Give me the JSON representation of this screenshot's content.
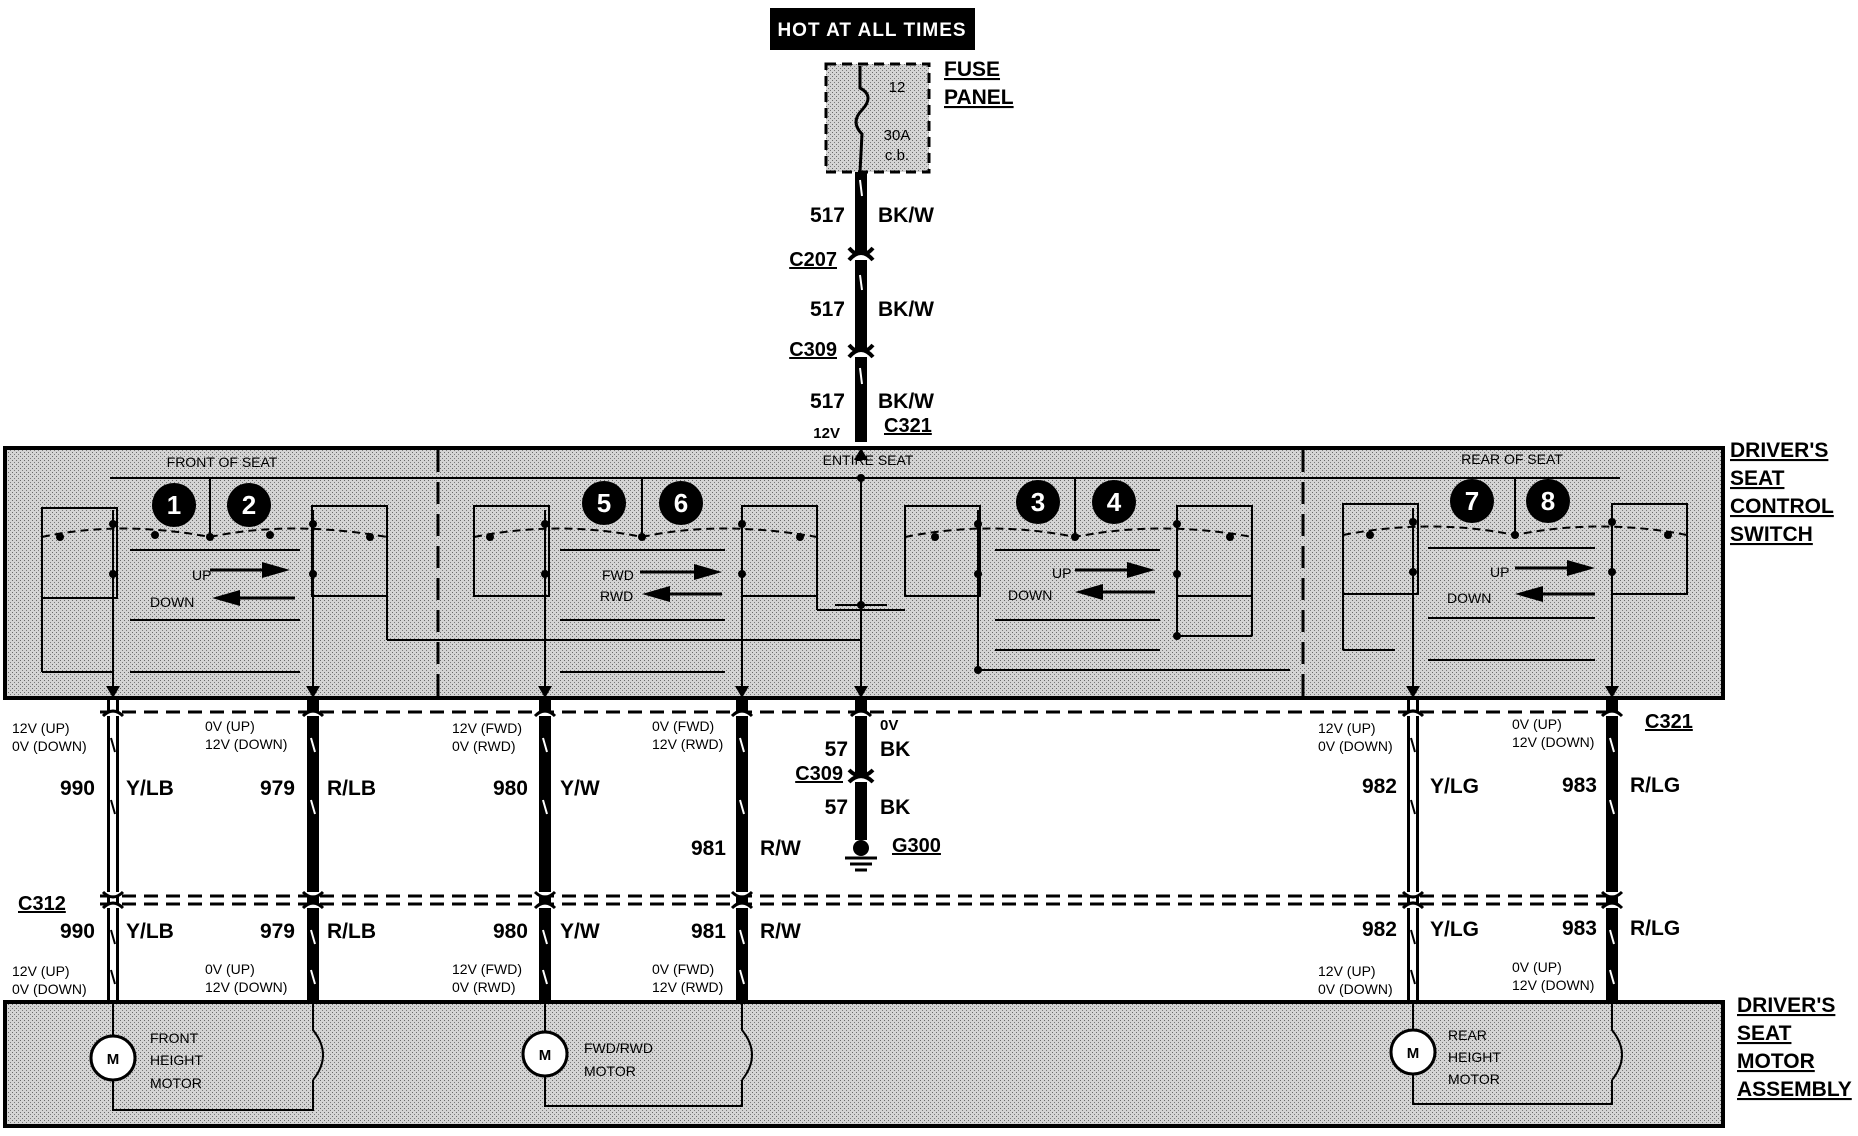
{
  "hot_label": "HOT AT ALL TIMES",
  "fuse": {
    "title_line1": "FUSE",
    "title_line2": "PANEL",
    "number": "12",
    "rating": "30A",
    "type": "c.b."
  },
  "feed": {
    "circuit": "517",
    "color": "BK/W",
    "c207": "C207",
    "c309": "C309",
    "c321": "C321",
    "volt": "12V"
  },
  "switch": {
    "title": [
      "DRIVER'S",
      "SEAT",
      "CONTROL",
      "SWITCH"
    ],
    "front_label": "FRONT OF SEAT",
    "entire_label": "ENTIRE SEAT",
    "rear_label": "REAR OF SEAT",
    "numbers": [
      "1",
      "2",
      "5",
      "6",
      "3",
      "4",
      "7",
      "8"
    ],
    "up": "UP",
    "down": "DOWN",
    "fwd": "FWD",
    "rwd": "RWD"
  },
  "connectors": {
    "c321": "C321",
    "c312": "C312",
    "c309": "C309",
    "g300": "G300"
  },
  "ground": {
    "circuit": "57",
    "color": "BK",
    "volt": "0V"
  },
  "wires": [
    {
      "circuit": "990",
      "color": "Y/LB",
      "v1": "12V (UP)",
      "v2": "0V (DOWN)"
    },
    {
      "circuit": "979",
      "color": "R/LB",
      "v1": "0V (UP)",
      "v2": "12V (DOWN)"
    },
    {
      "circuit": "980",
      "color": "Y/W",
      "v1": "12V (FWD)",
      "v2": "0V (RWD)"
    },
    {
      "circuit": "981",
      "color": "R/W",
      "v1": "0V (FWD)",
      "v2": "12V (RWD)"
    },
    {
      "circuit": "982",
      "color": "Y/LG",
      "v1": "12V (UP)",
      "v2": "0V (DOWN)"
    },
    {
      "circuit": "983",
      "color": "R/LG",
      "v1": "0V (UP)",
      "v2": "12V (DOWN)"
    }
  ],
  "motor_assembly": {
    "title": [
      "DRIVER'S",
      "SEAT",
      "MOTOR",
      "ASSEMBLY"
    ],
    "m": "M",
    "front_motor": [
      "FRONT",
      "HEIGHT",
      "MOTOR"
    ],
    "fwd_motor": [
      "FWD/RWD",
      "MOTOR"
    ],
    "rear_motor": [
      "REAR",
      "HEIGHT",
      "MOTOR"
    ]
  }
}
